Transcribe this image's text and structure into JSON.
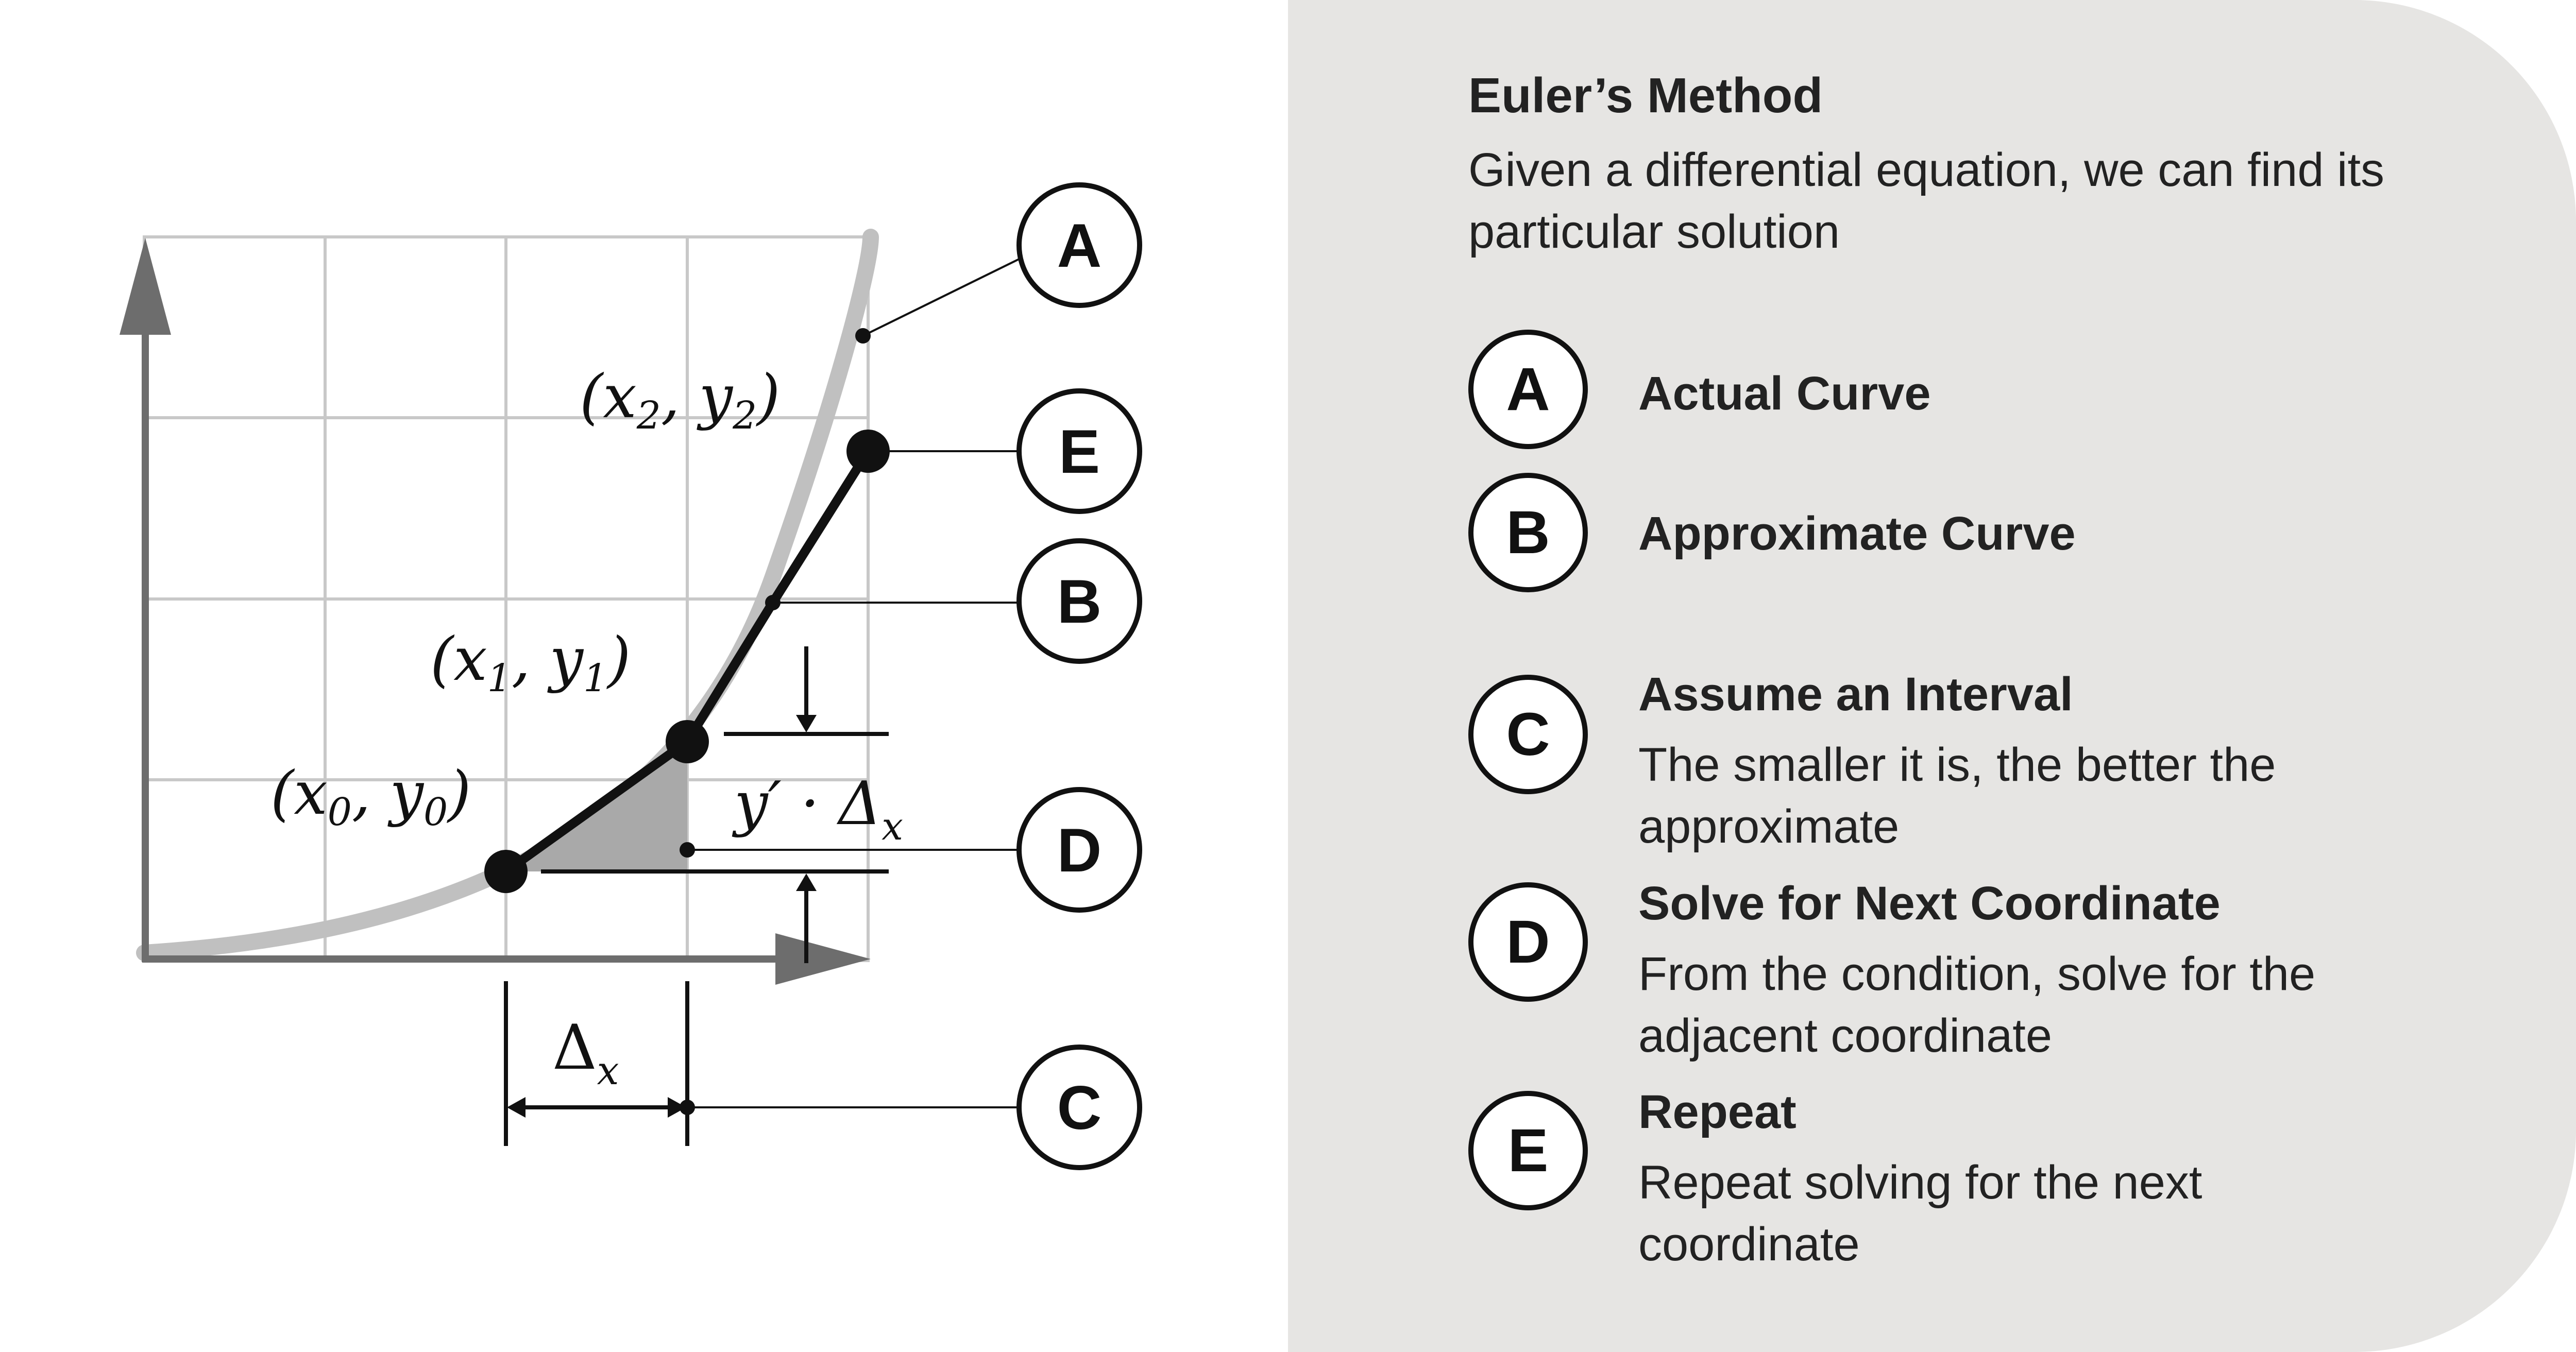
{
  "panel": {
    "title": "Euler’s Method",
    "subtitle": "Given a differential equation, we can find its particular solution",
    "steps": [
      {
        "letter": "A",
        "title": "Actual Curve",
        "desc": ""
      },
      {
        "letter": "B",
        "title": "Approximate Curve",
        "desc": ""
      },
      {
        "letter": "C",
        "title": "Assume an Interval",
        "desc": "The smaller it is, the better the approximate"
      },
      {
        "letter": "D",
        "title": "Solve for Next Coordinate",
        "desc": "From the condition, solve for the adjacent coordinate"
      },
      {
        "letter": "E",
        "title": "Repeat",
        "desc": "Repeat solving for the next coordinate"
      }
    ]
  },
  "diagram": {
    "points": [
      {
        "label": "(x",
        "sub": "0",
        "sep": ", y",
        "sub2": "0",
        "close": ")"
      },
      {
        "label": "(x",
        "sub": "1",
        "sep": ", y",
        "sub2": "1",
        "close": ")"
      },
      {
        "label": "(x",
        "sub": "2",
        "sep": ", y",
        "sub2": "2",
        "close": ")"
      }
    ],
    "dx_label": {
      "main": "Δ",
      "sub": "x"
    },
    "dy_label": {
      "main": "y′ · Δ",
      "sub": "x"
    },
    "callouts": [
      "A",
      "E",
      "B",
      "D",
      "C"
    ]
  },
  "colors": {
    "panel_bg": "#e6e5e3",
    "grid": "#c8c8c8",
    "actual_curve": "#c0c0c0",
    "approx_curve": "#111111",
    "axis": "#6d6d6d",
    "delta_fill": "#a9a9a9"
  }
}
